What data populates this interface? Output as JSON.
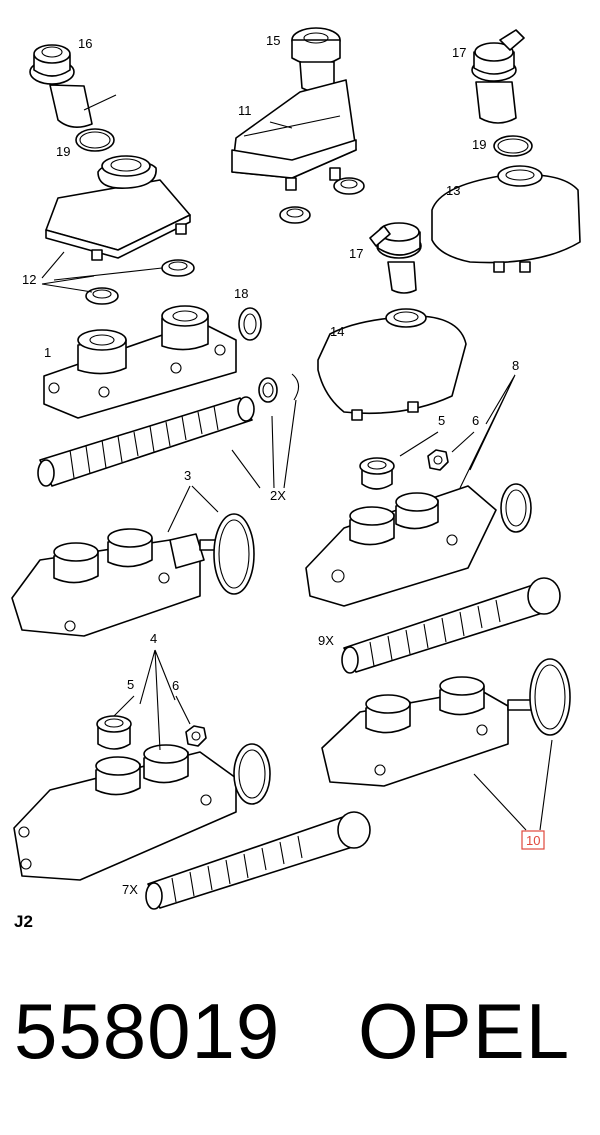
{
  "labels": {
    "l16": "16",
    "l15": "15",
    "l17a": "17",
    "l11": "11",
    "l19a": "19",
    "l19b": "19",
    "l13": "13",
    "l17b": "17",
    "l12": "12",
    "l18": "18",
    "l14": "14",
    "l1": "1",
    "l8": "8",
    "l5a": "5",
    "l6a": "6",
    "l2x": "2X",
    "l3": "3",
    "l9x": "9X",
    "l4": "4",
    "l5b": "5",
    "l6b": "6",
    "l10": "10",
    "l7x": "7X"
  },
  "section_code": "J2",
  "part_number": "558019",
  "brand": "OPEL"
}
